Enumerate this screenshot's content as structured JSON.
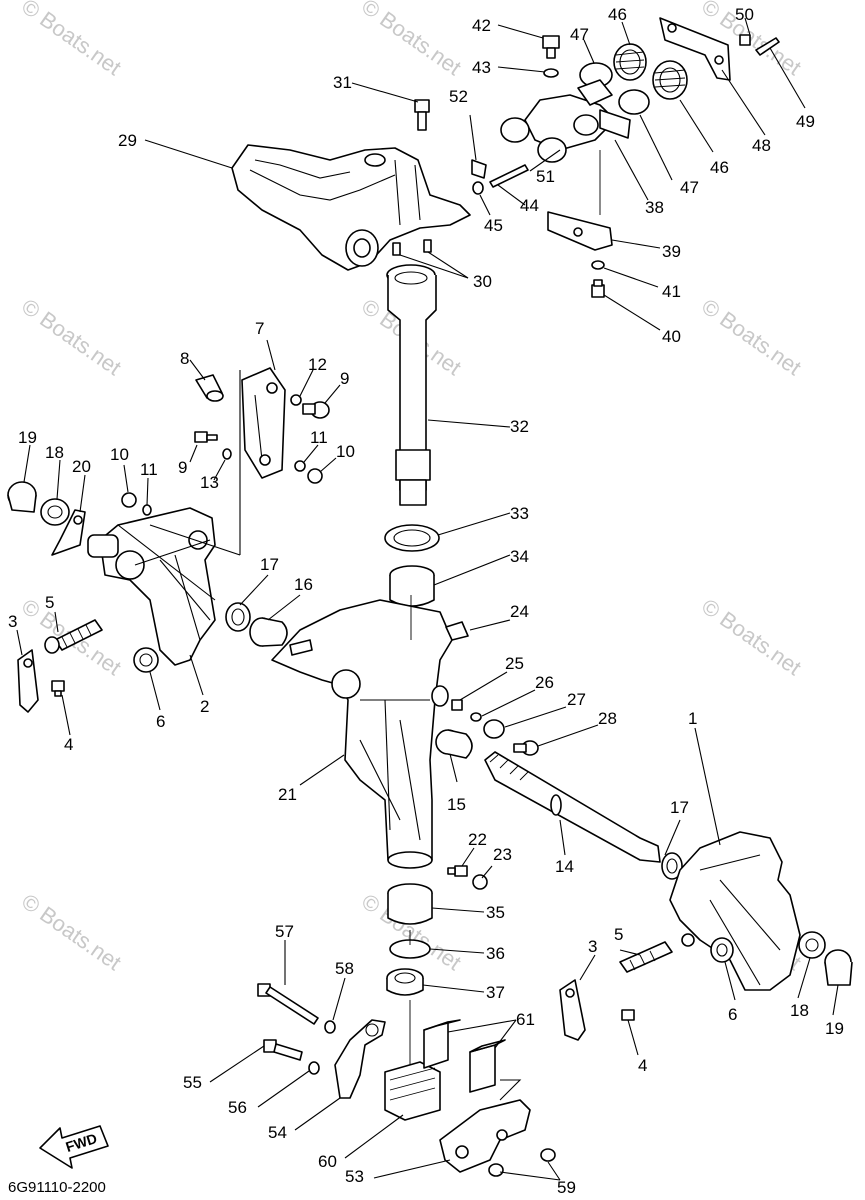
{
  "diagram_code": "6G91110-2200",
  "fwd_label": "FWD",
  "watermark": "© Boats.net",
  "callouts": [
    {
      "id": "c1",
      "text": "1"
    },
    {
      "id": "c2",
      "text": "2"
    },
    {
      "id": "c3a",
      "text": "3"
    },
    {
      "id": "c3b",
      "text": "3"
    },
    {
      "id": "c4a",
      "text": "4"
    },
    {
      "id": "c4b",
      "text": "4"
    },
    {
      "id": "c5a",
      "text": "5"
    },
    {
      "id": "c5b",
      "text": "5"
    },
    {
      "id": "c6a",
      "text": "6"
    },
    {
      "id": "c6b",
      "text": "6"
    },
    {
      "id": "c7",
      "text": "7"
    },
    {
      "id": "c8",
      "text": "8"
    },
    {
      "id": "c9a",
      "text": "9"
    },
    {
      "id": "c9b",
      "text": "9"
    },
    {
      "id": "c10a",
      "text": "10"
    },
    {
      "id": "c10b",
      "text": "10"
    },
    {
      "id": "c11a",
      "text": "11"
    },
    {
      "id": "c11b",
      "text": "11"
    },
    {
      "id": "c12",
      "text": "12"
    },
    {
      "id": "c13",
      "text": "13"
    },
    {
      "id": "c14",
      "text": "14"
    },
    {
      "id": "c15",
      "text": "15"
    },
    {
      "id": "c16",
      "text": "16"
    },
    {
      "id": "c17a",
      "text": "17"
    },
    {
      "id": "c17b",
      "text": "17"
    },
    {
      "id": "c18a",
      "text": "18"
    },
    {
      "id": "c18b",
      "text": "18"
    },
    {
      "id": "c19a",
      "text": "19"
    },
    {
      "id": "c19b",
      "text": "19"
    },
    {
      "id": "c20",
      "text": "20"
    },
    {
      "id": "c21",
      "text": "21"
    },
    {
      "id": "c22",
      "text": "22"
    },
    {
      "id": "c23",
      "text": "23"
    },
    {
      "id": "c24",
      "text": "24"
    },
    {
      "id": "c25",
      "text": "25"
    },
    {
      "id": "c26",
      "text": "26"
    },
    {
      "id": "c27",
      "text": "27"
    },
    {
      "id": "c28",
      "text": "28"
    },
    {
      "id": "c29",
      "text": "29"
    },
    {
      "id": "c30",
      "text": "30"
    },
    {
      "id": "c31",
      "text": "31"
    },
    {
      "id": "c32",
      "text": "32"
    },
    {
      "id": "c33",
      "text": "33"
    },
    {
      "id": "c34",
      "text": "34"
    },
    {
      "id": "c35",
      "text": "35"
    },
    {
      "id": "c36",
      "text": "36"
    },
    {
      "id": "c37",
      "text": "37"
    },
    {
      "id": "c38",
      "text": "38"
    },
    {
      "id": "c39",
      "text": "39"
    },
    {
      "id": "c40",
      "text": "40"
    },
    {
      "id": "c41",
      "text": "41"
    },
    {
      "id": "c42",
      "text": "42"
    },
    {
      "id": "c43",
      "text": "43"
    },
    {
      "id": "c44",
      "text": "44"
    },
    {
      "id": "c45",
      "text": "45"
    },
    {
      "id": "c46a",
      "text": "46"
    },
    {
      "id": "c46b",
      "text": "46"
    },
    {
      "id": "c47a",
      "text": "47"
    },
    {
      "id": "c47b",
      "text": "47"
    },
    {
      "id": "c48",
      "text": "48"
    },
    {
      "id": "c49",
      "text": "49"
    },
    {
      "id": "c50",
      "text": "50"
    },
    {
      "id": "c51",
      "text": "51"
    },
    {
      "id": "c52",
      "text": "52"
    },
    {
      "id": "c53",
      "text": "53"
    },
    {
      "id": "c54",
      "text": "54"
    },
    {
      "id": "c55",
      "text": "55"
    },
    {
      "id": "c56",
      "text": "56"
    },
    {
      "id": "c57",
      "text": "57"
    },
    {
      "id": "c58",
      "text": "58"
    },
    {
      "id": "c59",
      "text": "59"
    },
    {
      "id": "c60",
      "text": "60"
    },
    {
      "id": "c61",
      "text": "61"
    }
  ]
}
